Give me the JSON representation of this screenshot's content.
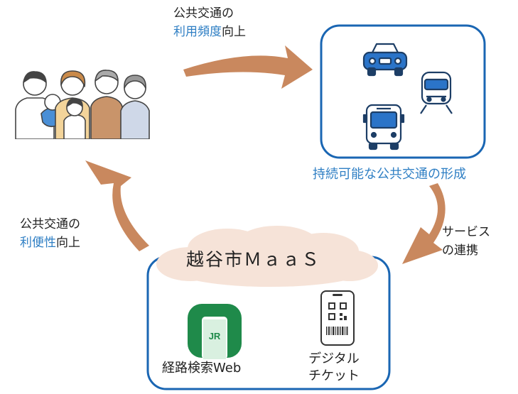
{
  "diagram": {
    "top_arrow_label": {
      "line1": "公共交通の",
      "highlight": "利用頻度",
      "suffix": "向上"
    },
    "left_arrow_label": {
      "line1": "公共交通の",
      "highlight": "利便性",
      "suffix": "向上"
    },
    "right_arrow_label": {
      "line1": "サービス",
      "line2": "の連携"
    },
    "transport_caption": "持続可能な公共交通の形成",
    "maas_title": "越谷市ＭａａＳ",
    "route_app_label": "経路検索Web",
    "route_app_logo": "JR",
    "ticket_label_line1": "デジタル",
    "ticket_label_line2": "チケット",
    "icons": [
      "family-icon",
      "car-icon",
      "train-icon",
      "bus-icon",
      "jr-app-icon",
      "smartphone-qr-icon"
    ],
    "colors": {
      "arrow": "#c9885e",
      "box_border": "#1a66b3",
      "cloud": "#f6e3d8",
      "highlight_text": "#2f7fc4",
      "vehicle_blue": "#2b74c8"
    }
  }
}
